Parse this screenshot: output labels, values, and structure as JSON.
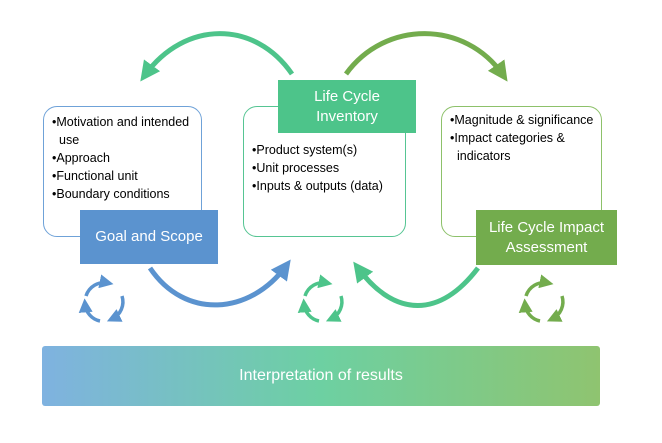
{
  "colors": {
    "goal": "#5b93cf",
    "inventory": "#4dc48a",
    "impact": "#73ac4d",
    "interpretation_gradient": [
      "#7fb2e0",
      "#6dd0a2",
      "#8fc470"
    ]
  },
  "goal_scope": {
    "title": "Goal and Scope",
    "items": [
      "Motivation and intended use",
      "Approach",
      "Functional unit",
      "Boundary conditions"
    ]
  },
  "inventory": {
    "title": "Life Cycle Inventory",
    "items": [
      "Product system(s)",
      "Unit processes",
      "Inputs & outputs (data)"
    ]
  },
  "impact": {
    "title": "Life Cycle Impact Assessment",
    "items": [
      "Magnitude & significance",
      "Impact categories & indicators"
    ]
  },
  "interpretation": {
    "label": "Interpretation of results"
  },
  "icons": [
    "arrow-lci-to-goal",
    "arrow-lci-to-lcia",
    "arrow-goal-to-lci",
    "arrow-lcia-to-lci",
    "cycle-icon"
  ]
}
